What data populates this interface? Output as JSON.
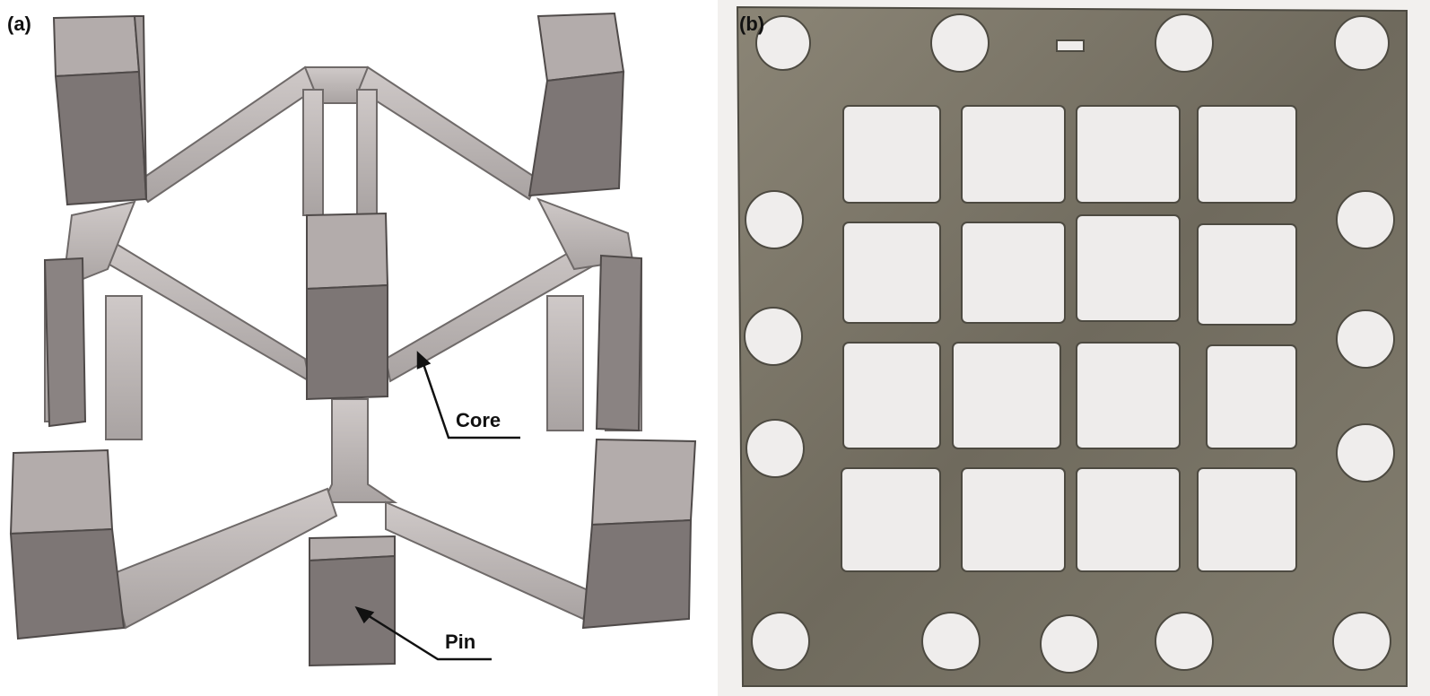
{
  "panels": {
    "a": {
      "label": "(a)",
      "core_label": "Core",
      "pin_label": "Pin"
    },
    "b": {
      "label": "(b)"
    }
  },
  "colors": {
    "pin_face": "#7d7675",
    "pin_side": "#a39c9b",
    "pin_top": "#b3acab",
    "core": "#b9b3b2",
    "core_edge": "#8b8584",
    "plate": "#7a7466",
    "plate_dark": "#5e5a4e",
    "hole": "#eeeceb"
  }
}
